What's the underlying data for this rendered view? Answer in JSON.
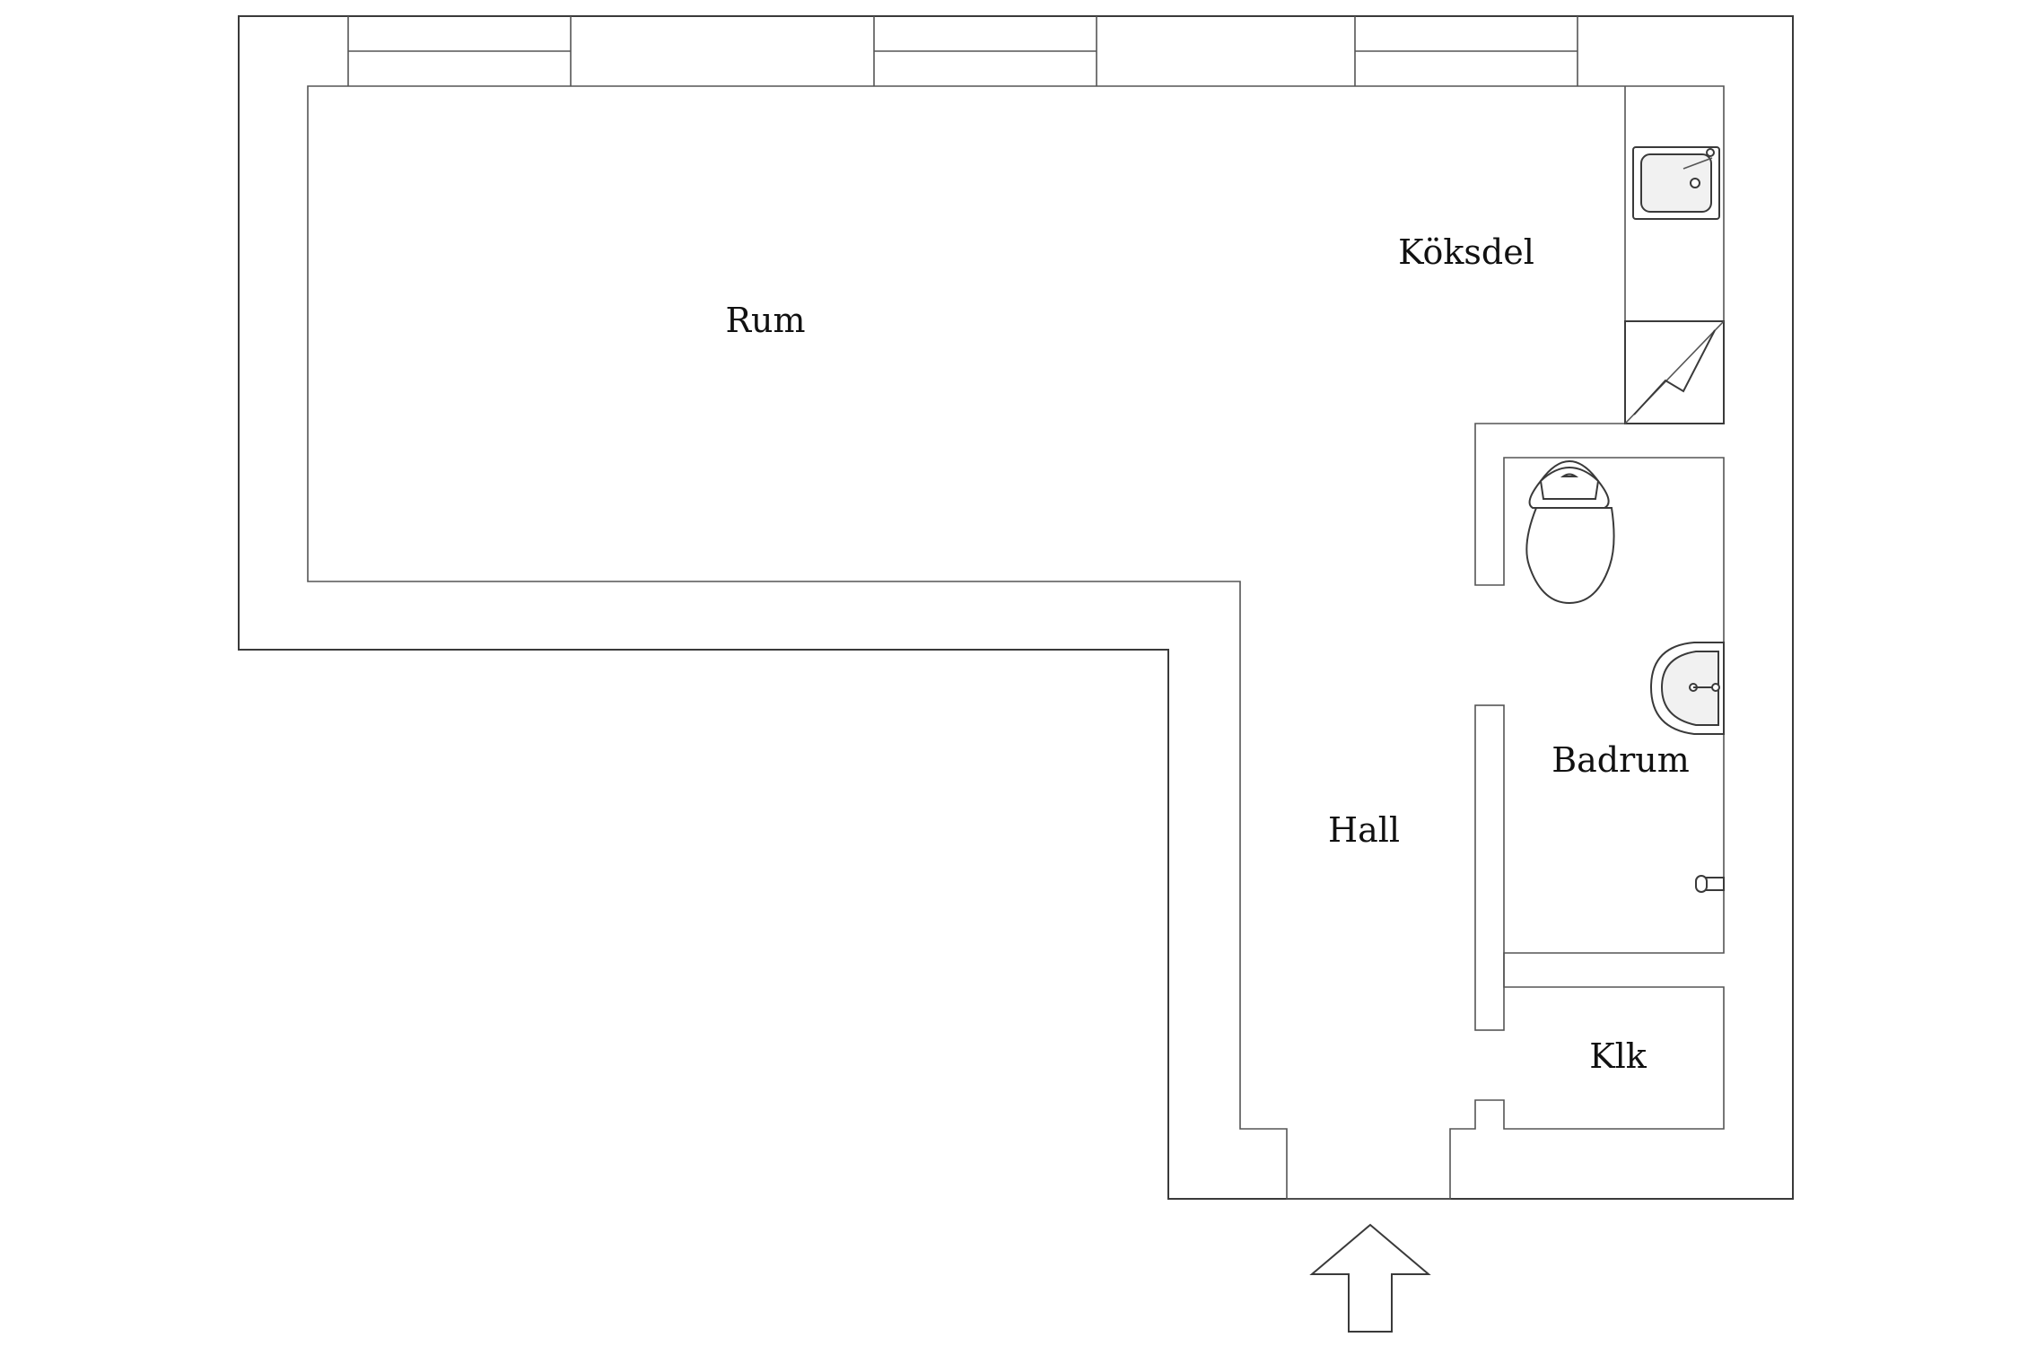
{
  "rooms": {
    "rum": "Rum",
    "koksdel": "Köksdel",
    "badrum": "Badrum",
    "hall": "Hall",
    "klk": "Klk"
  },
  "icons": {
    "entrance": "entrance-arrow-icon",
    "sink": "kitchen-sink-icon",
    "stove": "stove-icon",
    "toilet": "toilet-icon",
    "washbasin": "washbasin-icon",
    "tap": "tap-icon"
  },
  "colors": {
    "line": "#3a3a3a",
    "background": "#ffffff",
    "text": "#111111"
  }
}
